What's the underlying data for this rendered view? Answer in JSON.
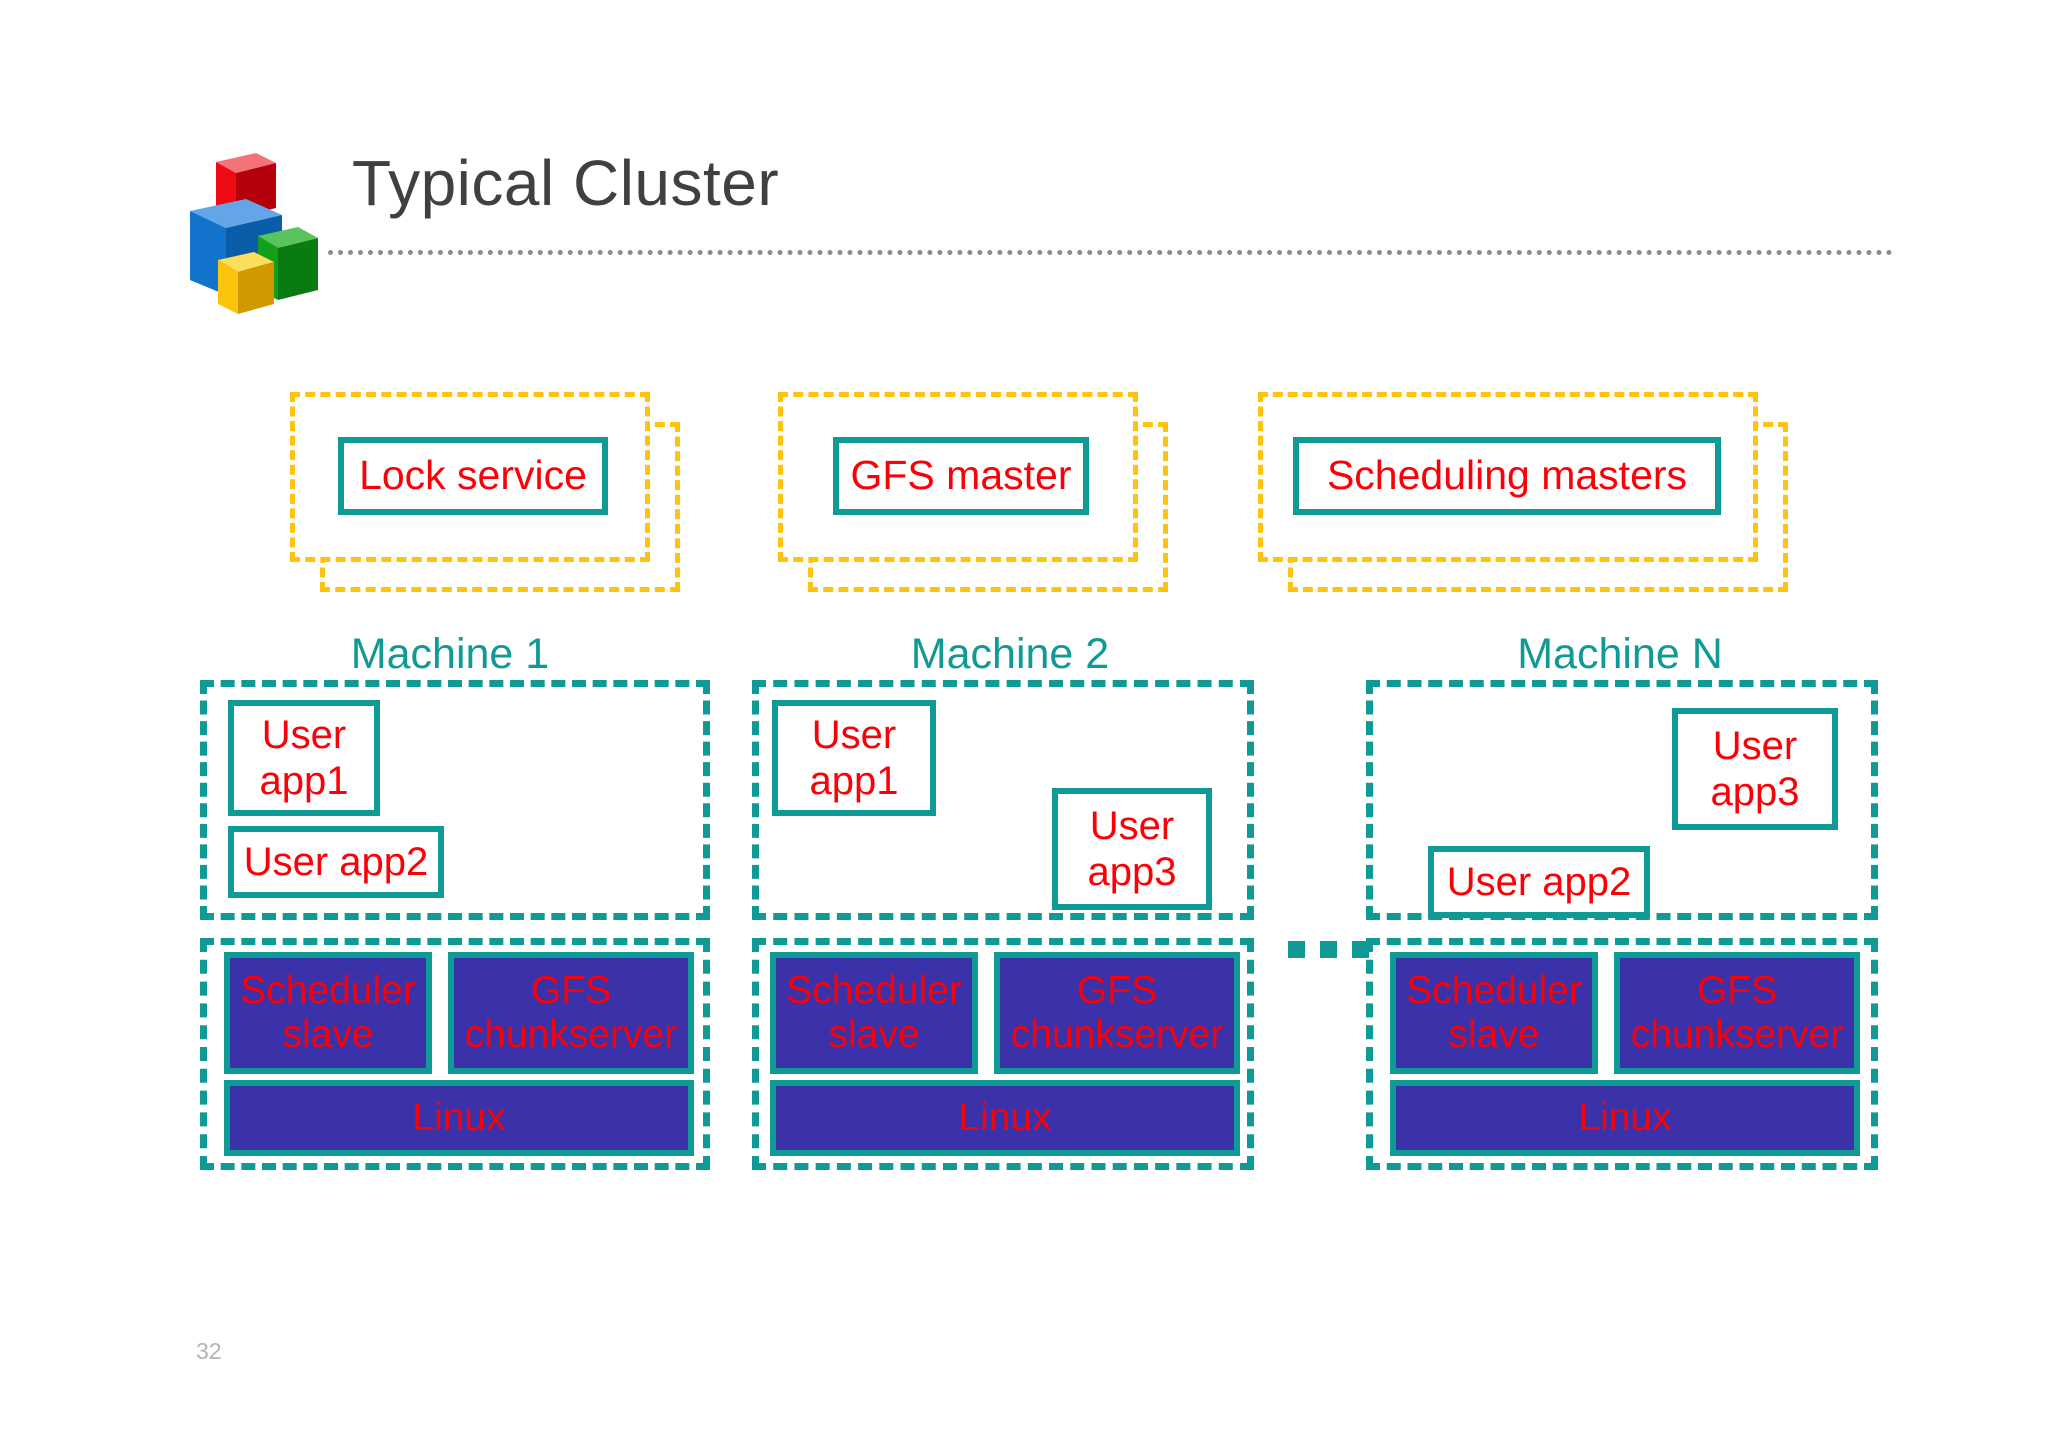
{
  "slide": {
    "title": "Typical Cluster",
    "page_number": "32",
    "logo_icon": "stacked-cubes-logo"
  },
  "colors": {
    "teal": "#109a95",
    "red": "#fb0007",
    "yellow": "#FFC20E",
    "purple": "#3b31a8",
    "title_gray": "#404040",
    "rule_gray": "#8c8c8c",
    "page_number_gray": "#b4b4b4"
  },
  "masters": [
    {
      "label": "Lock service"
    },
    {
      "label": "GFS master"
    },
    {
      "label": "Scheduling masters"
    }
  ],
  "machines": [
    {
      "label": "Machine 1",
      "apps": [
        {
          "label": "User\napp1"
        },
        {
          "label": "User app2"
        }
      ],
      "system": [
        {
          "label": "Scheduler\nslave"
        },
        {
          "label": "GFS\nchunkserver"
        },
        {
          "label": "Linux"
        }
      ]
    },
    {
      "label": "Machine 2",
      "apps": [
        {
          "label": "User\napp1"
        },
        {
          "label": "User\napp3"
        }
      ],
      "system": [
        {
          "label": "Scheduler\nslave"
        },
        {
          "label": "GFS\nchunkserver"
        },
        {
          "label": "Linux"
        }
      ]
    },
    {
      "label": "Machine N",
      "apps": [
        {
          "label": "User\napp3"
        },
        {
          "label": "User app2"
        }
      ],
      "system": [
        {
          "label": "Scheduler\nslave"
        },
        {
          "label": "GFS\nchunkserver"
        },
        {
          "label": "Linux"
        }
      ]
    }
  ],
  "ellipsis": {
    "name": "machines-continue-ellipsis",
    "dot_count": 3
  }
}
